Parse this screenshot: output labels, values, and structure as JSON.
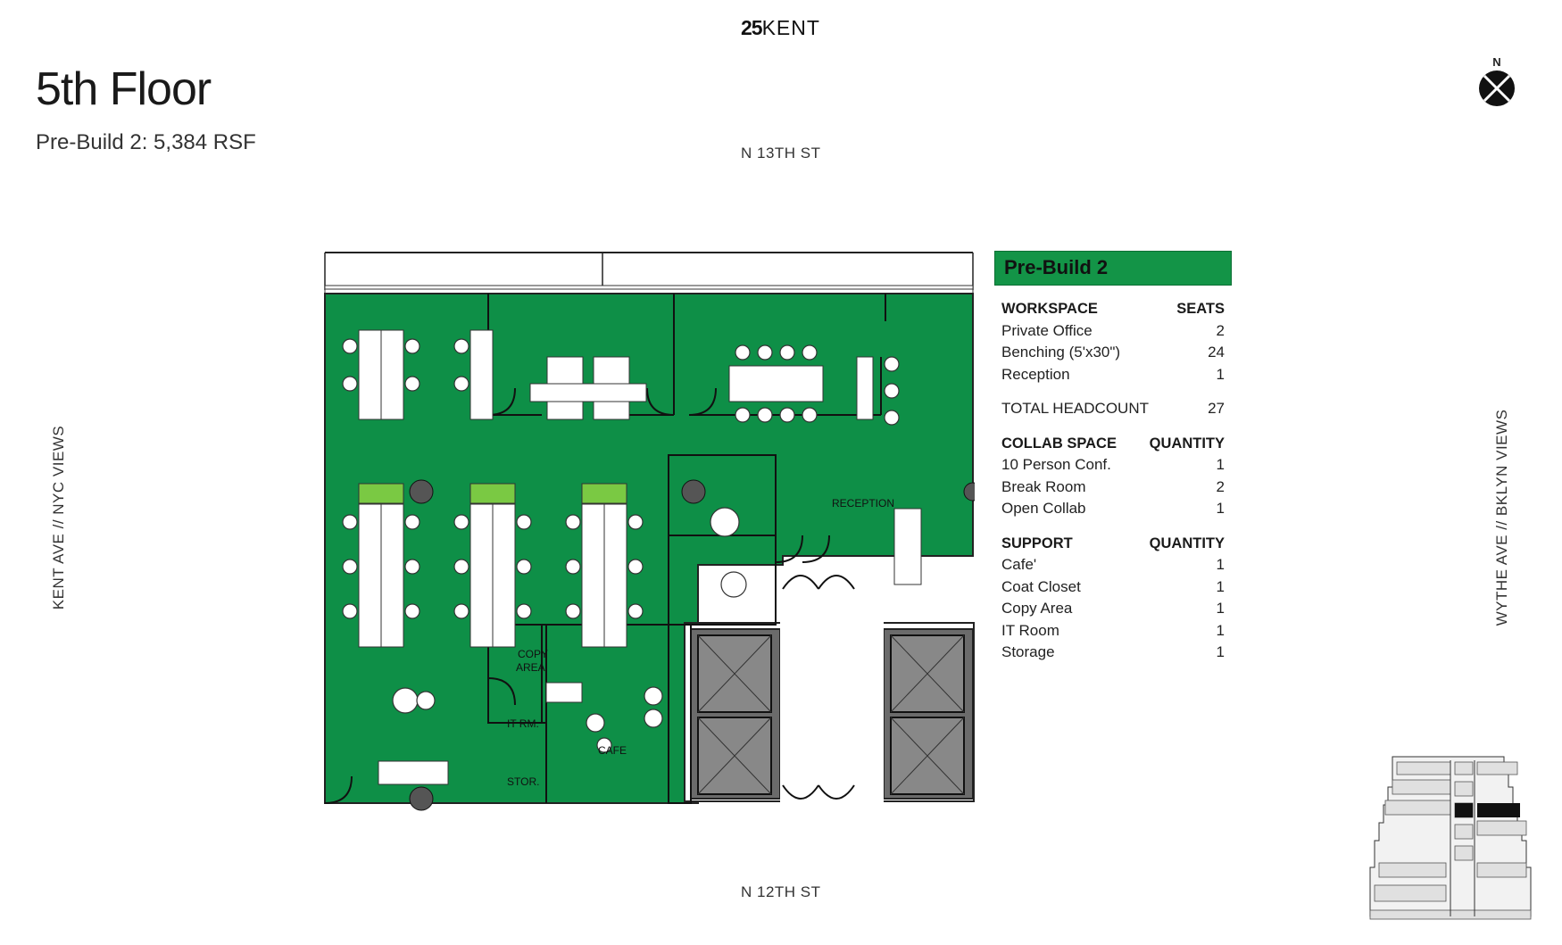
{
  "brand": {
    "num": "25",
    "name": "KENT"
  },
  "title": "5th Floor",
  "subtitle": "Pre-Build 2: 5,384 RSF",
  "streets": {
    "north": "N 13TH ST",
    "south": "N 12TH ST",
    "west": "KENT AVE // NYC VIEWS",
    "east": "WYTHE AVE // BKLYN VIEWS"
  },
  "compass": {
    "label": "N"
  },
  "plan": {
    "labels": {
      "reception": "RECEPTION",
      "copy1": "COPY",
      "copy2": "AREA",
      "it": "IT RM.",
      "cafe": "CAFE",
      "stor": "STOR."
    },
    "colors": {
      "fill": "#0e8f47",
      "wall": "#333333",
      "core": "#555555"
    }
  },
  "legend": {
    "heading": "Pre-Build 2",
    "workspace": {
      "h_left": "WORKSPACE",
      "h_right": "SEATS",
      "rows": [
        {
          "label": "Private Office",
          "value": "2"
        },
        {
          "label": "Benching (5'x30\")",
          "value": "24"
        },
        {
          "label": "Reception",
          "value": "1"
        }
      ],
      "total_label": "TOTAL HEADCOUNT",
      "total_value": "27"
    },
    "collab": {
      "h_left": "COLLAB SPACE",
      "h_right": "QUANTITY",
      "rows": [
        {
          "label": "10 Person Conf.",
          "value": "1"
        },
        {
          "label": "Break Room",
          "value": "2"
        },
        {
          "label": "Open Collab",
          "value": "1"
        }
      ]
    },
    "support": {
      "h_left": "SUPPORT",
      "h_right": "QUANTITY",
      "rows": [
        {
          "label": "Cafe'",
          "value": "1"
        },
        {
          "label": "Coat Closet",
          "value": "1"
        },
        {
          "label": "Copy Area",
          "value": "1"
        },
        {
          "label": "IT Room",
          "value": "1"
        },
        {
          "label": "Storage",
          "value": "1"
        }
      ]
    }
  }
}
